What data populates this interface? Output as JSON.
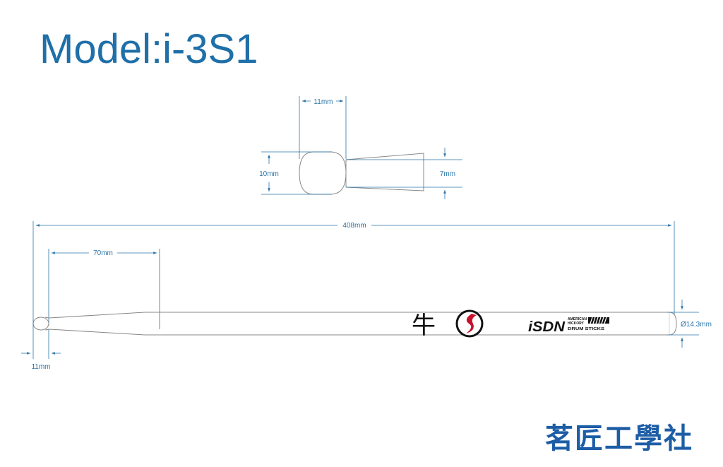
{
  "title": "Model:i-3S1",
  "dimensions": {
    "tip_width": "11mm",
    "tip_height": "10mm",
    "neck_height": "7mm",
    "overall_length": "408mm",
    "taper_length": "70mm",
    "tip_length": "11mm",
    "diameter": "Ø14.3mm"
  },
  "stick_markings": {
    "character": "牛",
    "logo_main": "iSDN",
    "logo_line1": "AMERICAN",
    "logo_line2": "HICKORY",
    "logo_line3": "DRUM STICKS"
  },
  "brand": "茗匠工學社",
  "colors": {
    "title": "#1f6fa8",
    "dimension": "#2a74a8",
    "outline": "#888888",
    "brand": "#1d5da6",
    "logo_red": "#c8102e"
  }
}
